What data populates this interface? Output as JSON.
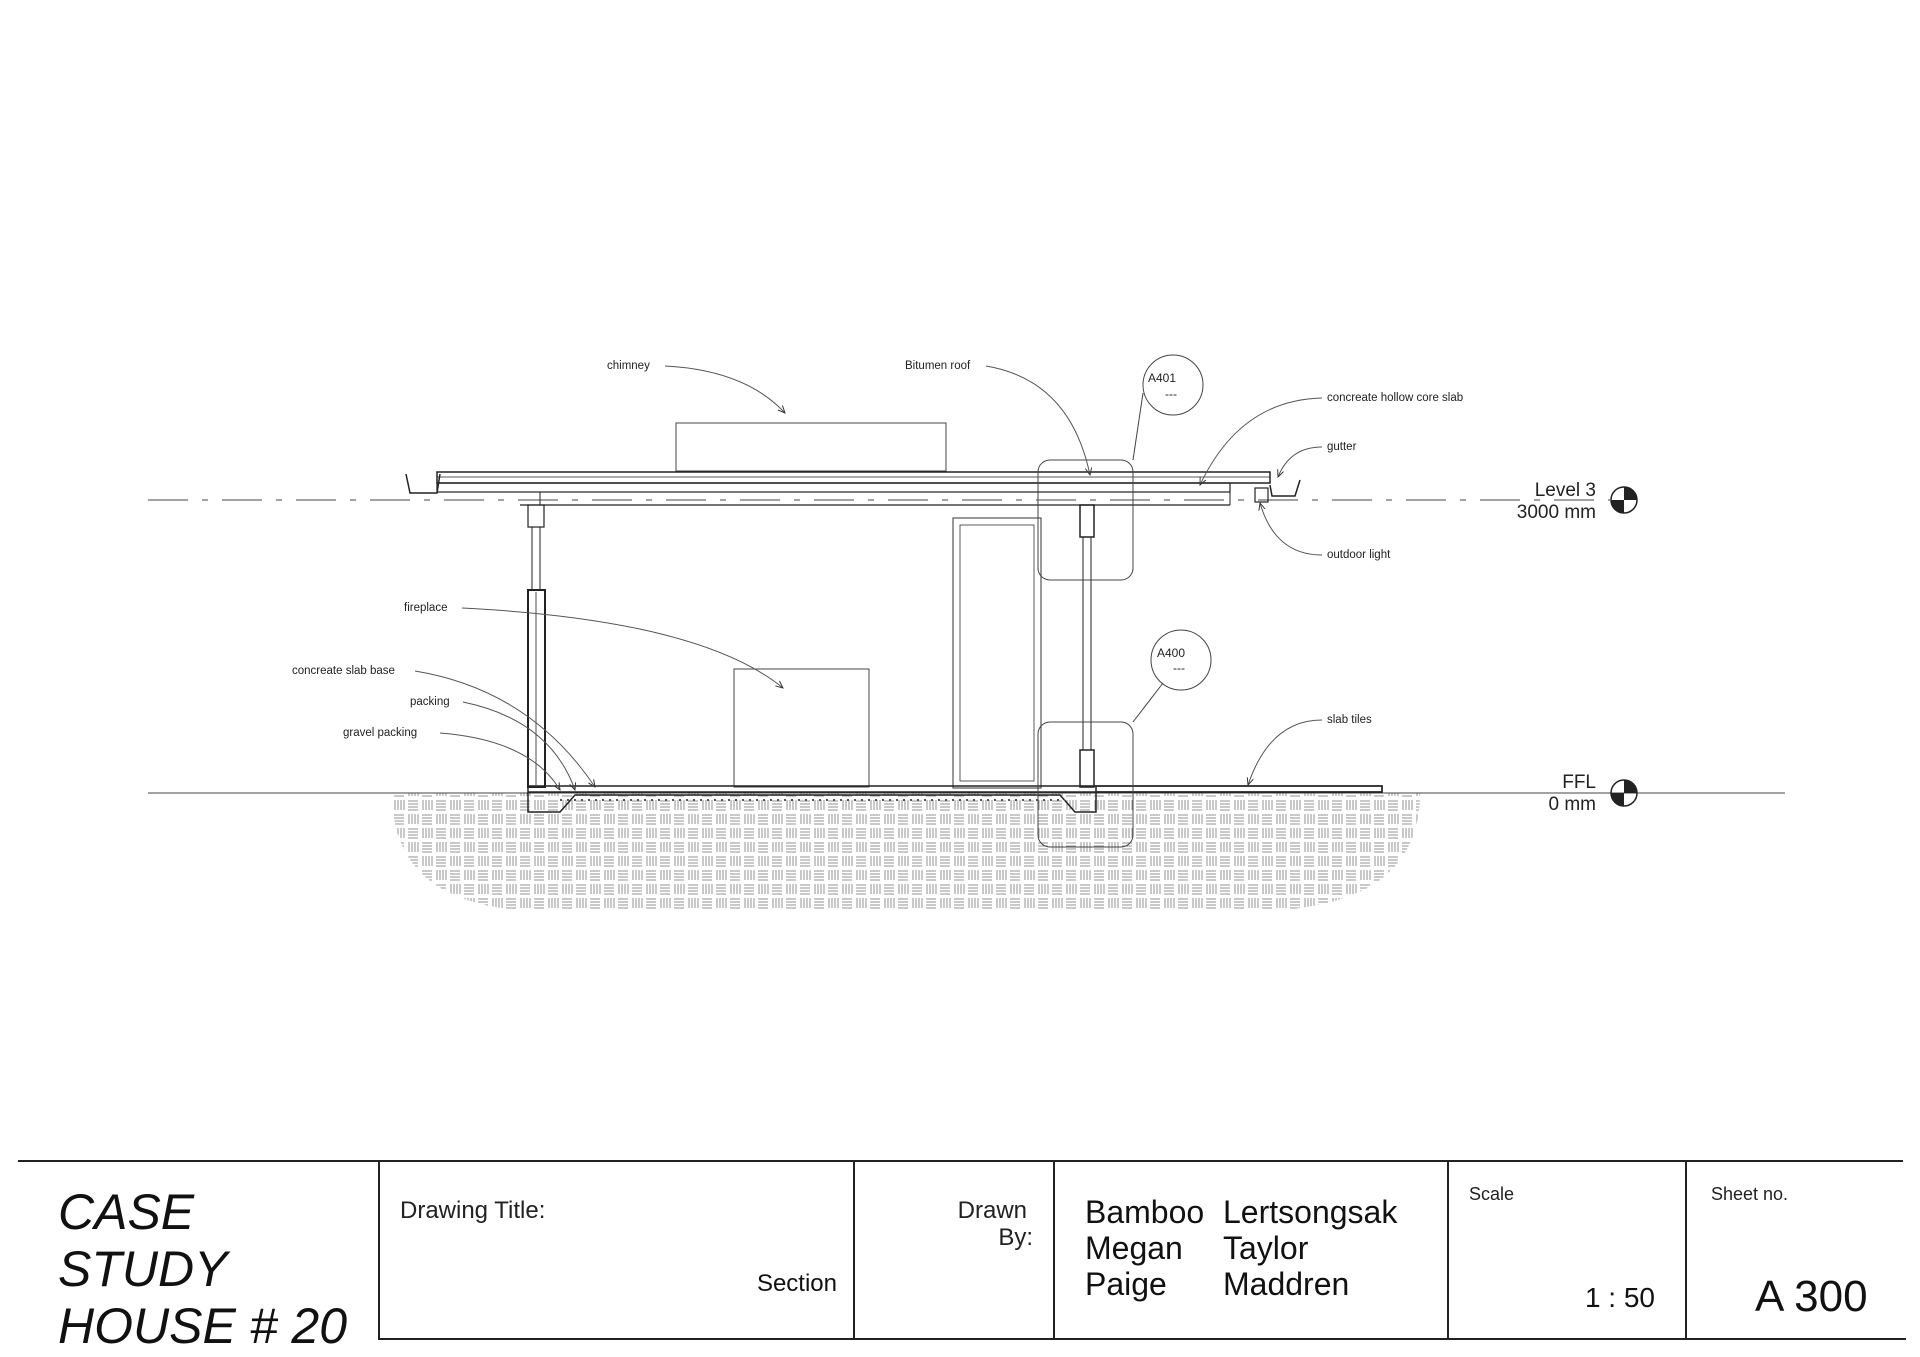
{
  "annotations": {
    "chimney": "chimney",
    "bitumen_roof": "Bitumen roof",
    "hollow_core_slab": "concreate hollow core slab",
    "gutter": "gutter",
    "outdoor_light": "outdoor light",
    "fireplace": "fireplace",
    "concrete_slab_base": "concreate slab base",
    "packing": "packing",
    "gravel_packing": "gravel packing",
    "slab_tiles": "slab tiles"
  },
  "levels": {
    "level3_name": "Level 3",
    "level3_elev": "3000 mm",
    "ffl_name": "FFL",
    "ffl_elev": "0 mm"
  },
  "callouts": {
    "a401_ref": "A401",
    "a401_sub": "---",
    "a400_ref": "A400",
    "a400_sub": "---"
  },
  "title_block": {
    "project_line1": "CASE",
    "project_line2": "STUDY",
    "project_line3": "HOUSE # 20",
    "drawing_title_label": "Drawing Title:",
    "drawing_title": "Section",
    "drawn_label_1": "Drawn",
    "drawn_label_2": "By:",
    "author1_first": "Bamboo",
    "author1_last": "Lertsongsak",
    "author2_first": "Megan",
    "author2_last": "Taylor",
    "author3_first": "Paige",
    "author3_last": "Maddren",
    "scale_label": "Scale",
    "scale_value": "1 : 50",
    "sheet_label": "Sheet no.",
    "sheet_value": "A 300"
  }
}
